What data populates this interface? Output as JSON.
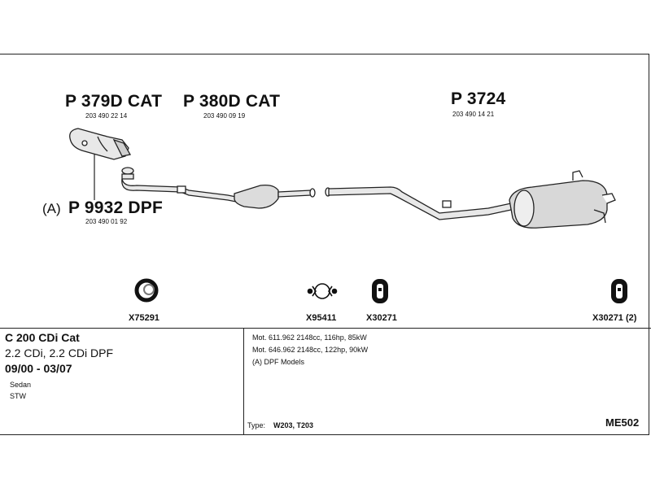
{
  "parts": {
    "p379": {
      "name": "P 379D CAT",
      "number": "203 490 22 14"
    },
    "p380": {
      "name": "P 380D CAT",
      "number": "203 490 09 19"
    },
    "p3724": {
      "name": "P 3724",
      "number": "203 490 14 21"
    },
    "p9932": {
      "prefix": "(A)",
      "name": "P 9932 DPF",
      "number": "203 490 01 92"
    }
  },
  "fittings": {
    "x75291": "X75291",
    "x95411": "X95411",
    "x30271": "X30271",
    "x30271_2": "X30271 (2)"
  },
  "vehicle": {
    "model": "C 200 CDi Cat",
    "engines": "2.2 CDi, 2.2 CDi DPF",
    "years": "09/00 - 03/07",
    "body1": "Sedan",
    "body2": "STW"
  },
  "notes": {
    "line1": "Mot. 611.962 2148cc, 116hp, 85kW",
    "line2": "Mot. 646.962 2148cc, 122hp, 90kW",
    "line3": "(A) DPF Models",
    "type_label": "Type:",
    "type_value": "W203, T203",
    "code": "ME502"
  }
}
